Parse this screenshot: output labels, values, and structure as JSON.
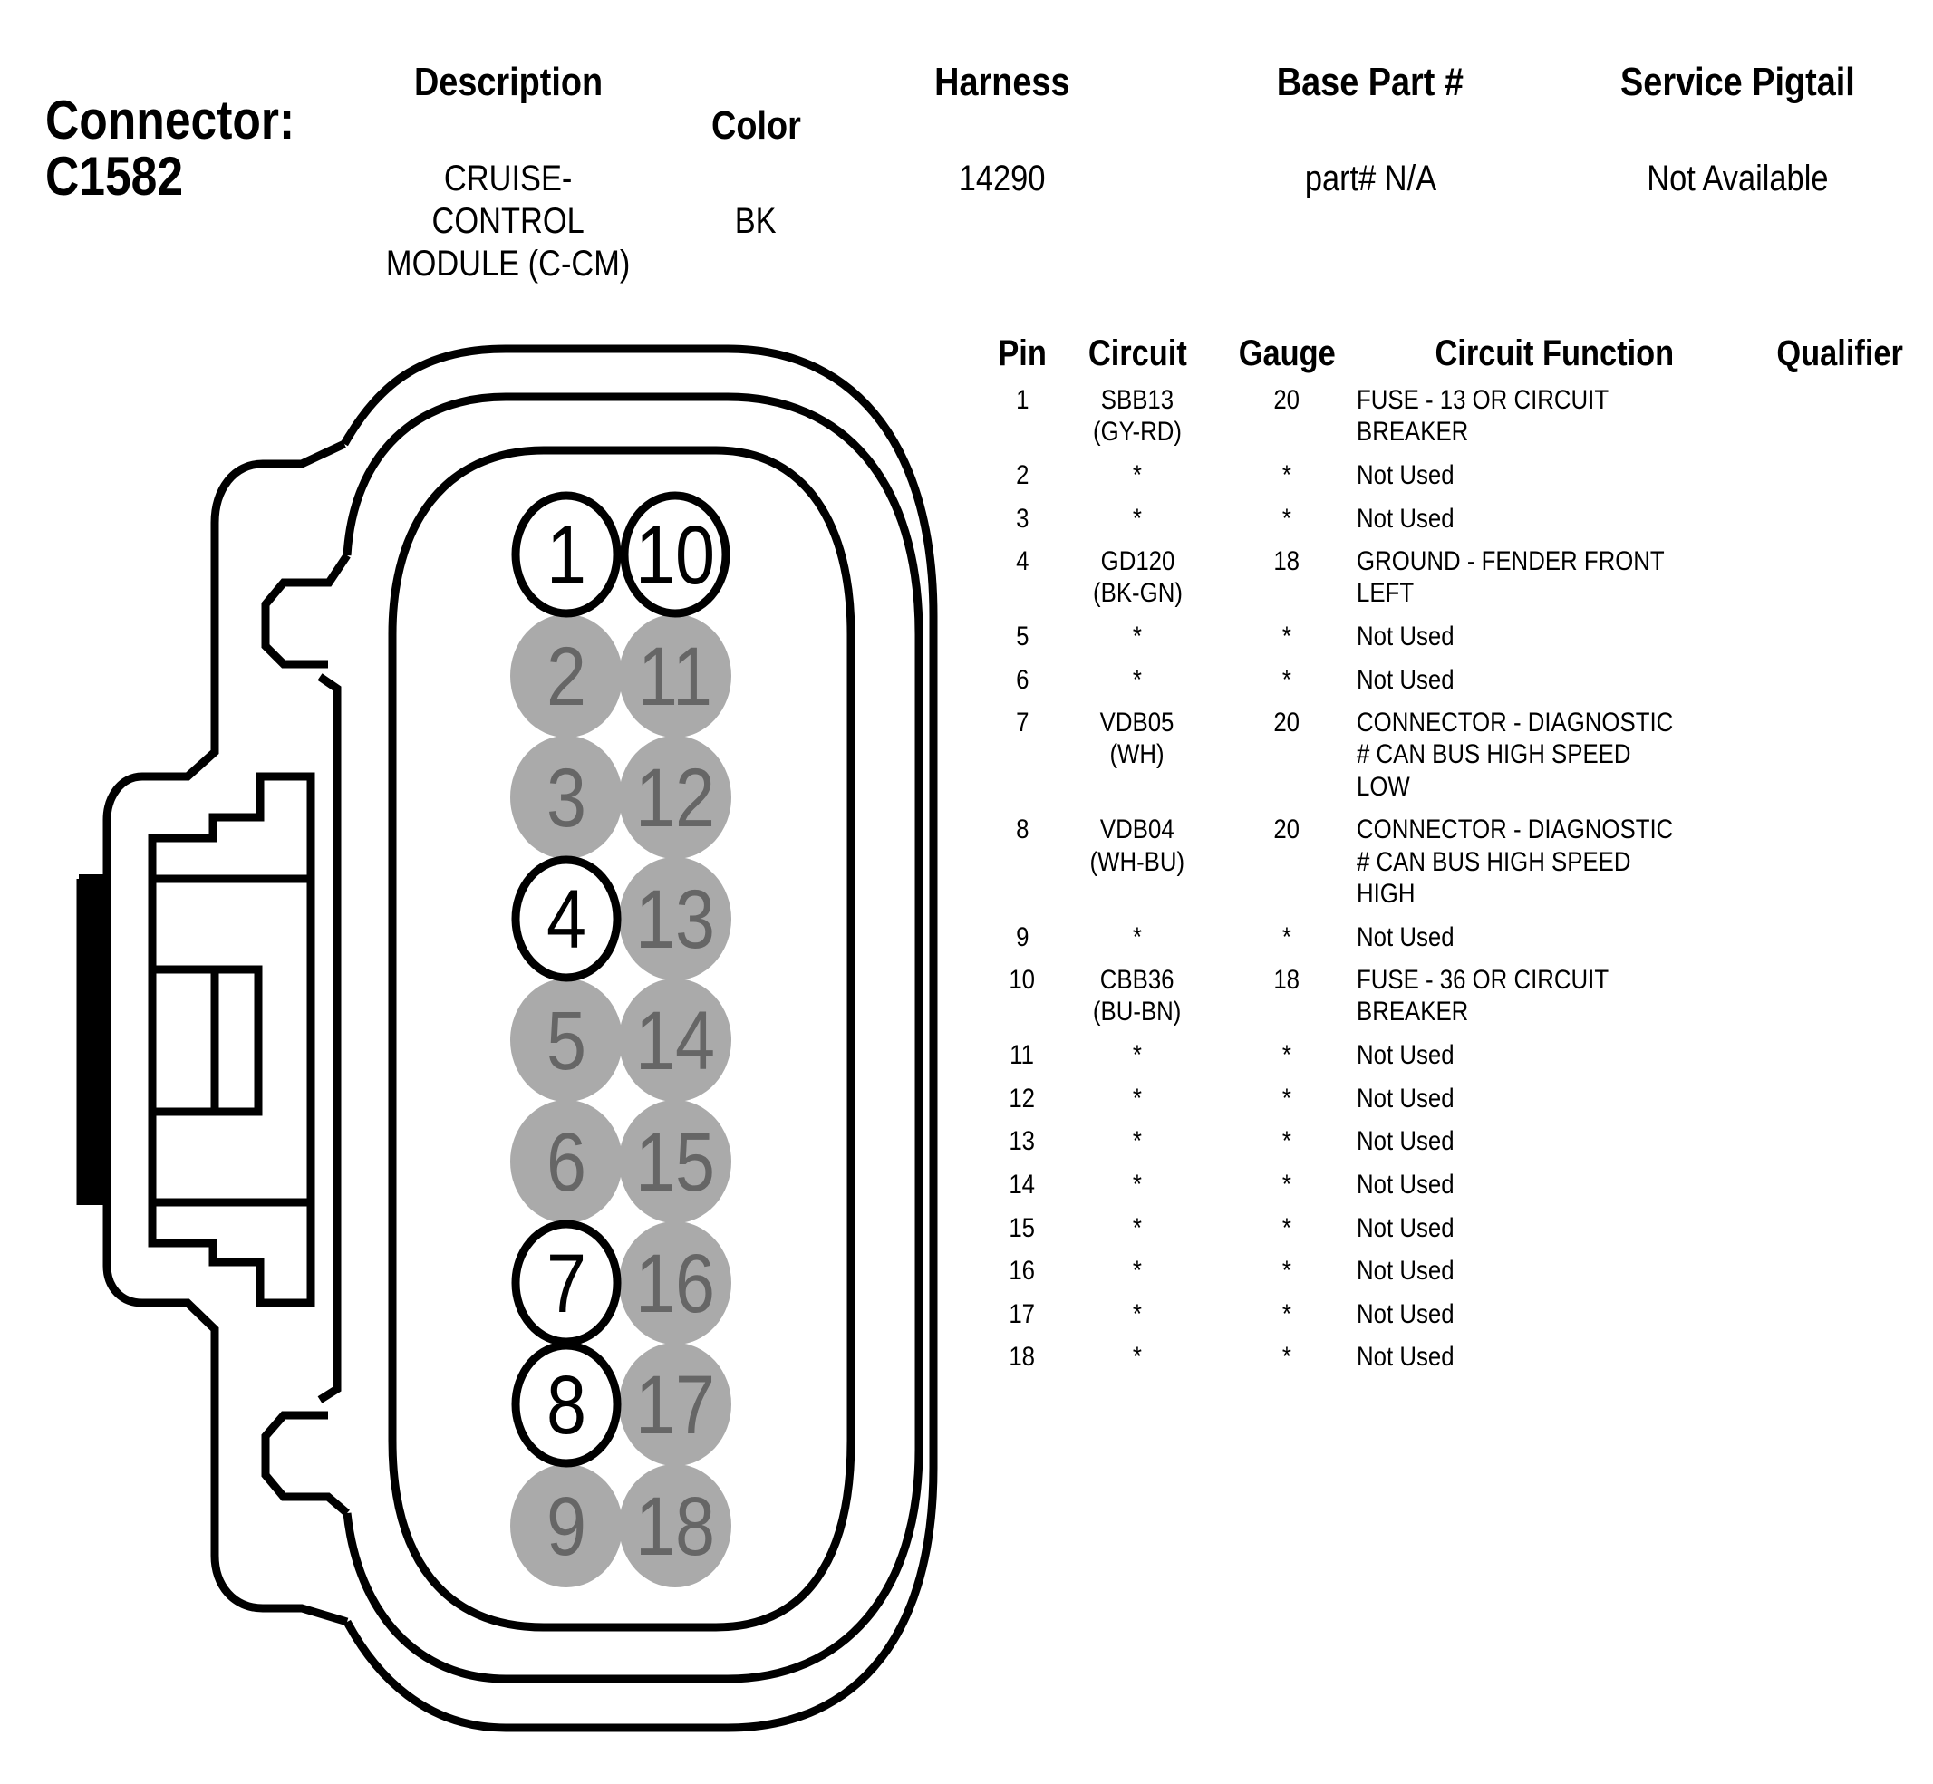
{
  "connector": {
    "title_label": "Connector:",
    "id": "C1582"
  },
  "header": {
    "description": {
      "label": "Description",
      "value": "CRUISE-\nCONTROL\nMODULE (C-CM)"
    },
    "color": {
      "label": "Color",
      "value": "BK"
    },
    "harness": {
      "label": "Harness",
      "value": "14290"
    },
    "base_part": {
      "label": "Base Part #",
      "value": "part# N/A"
    },
    "service_pigtail": {
      "label": "Service Pigtail",
      "value": "Not Available"
    }
  },
  "table": {
    "columns": [
      "Pin",
      "Circuit",
      "Gauge",
      "Circuit Function",
      "Qualifier"
    ],
    "rows": [
      {
        "pin": "1",
        "circuit": [
          "SBB13",
          "(GY-RD)"
        ],
        "gauge": "20",
        "function": [
          "FUSE - 13 OR CIRCUIT",
          "BREAKER"
        ],
        "qualifier": ""
      },
      {
        "pin": "2",
        "circuit": [
          "*"
        ],
        "gauge": "*",
        "function": [
          "Not Used"
        ],
        "qualifier": ""
      },
      {
        "pin": "3",
        "circuit": [
          "*"
        ],
        "gauge": "*",
        "function": [
          "Not Used"
        ],
        "qualifier": ""
      },
      {
        "pin": "4",
        "circuit": [
          "GD120",
          "(BK-GN)"
        ],
        "gauge": "18",
        "function": [
          "GROUND - FENDER FRONT",
          "LEFT"
        ],
        "qualifier": ""
      },
      {
        "pin": "5",
        "circuit": [
          "*"
        ],
        "gauge": "*",
        "function": [
          "Not Used"
        ],
        "qualifier": ""
      },
      {
        "pin": "6",
        "circuit": [
          "*"
        ],
        "gauge": "*",
        "function": [
          "Not Used"
        ],
        "qualifier": ""
      },
      {
        "pin": "7",
        "circuit": [
          "VDB05",
          "(WH)"
        ],
        "gauge": "20",
        "function": [
          "CONNECTOR - DIAGNOSTIC",
          "# CAN BUS HIGH SPEED",
          "LOW"
        ],
        "qualifier": ""
      },
      {
        "pin": "8",
        "circuit": [
          "VDB04",
          "(WH-BU)"
        ],
        "gauge": "20",
        "function": [
          "CONNECTOR - DIAGNOSTIC",
          "# CAN BUS HIGH SPEED",
          "HIGH"
        ],
        "qualifier": ""
      },
      {
        "pin": "9",
        "circuit": [
          "*"
        ],
        "gauge": "*",
        "function": [
          "Not Used"
        ],
        "qualifier": ""
      },
      {
        "pin": "10",
        "circuit": [
          "CBB36",
          "(BU-BN)"
        ],
        "gauge": "18",
        "function": [
          "FUSE - 36 OR CIRCUIT",
          "BREAKER"
        ],
        "qualifier": ""
      },
      {
        "pin": "11",
        "circuit": [
          "*"
        ],
        "gauge": "*",
        "function": [
          "Not Used"
        ],
        "qualifier": ""
      },
      {
        "pin": "12",
        "circuit": [
          "*"
        ],
        "gauge": "*",
        "function": [
          "Not Used"
        ],
        "qualifier": ""
      },
      {
        "pin": "13",
        "circuit": [
          "*"
        ],
        "gauge": "*",
        "function": [
          "Not Used"
        ],
        "qualifier": ""
      },
      {
        "pin": "14",
        "circuit": [
          "*"
        ],
        "gauge": "*",
        "function": [
          "Not Used"
        ],
        "qualifier": ""
      },
      {
        "pin": "15",
        "circuit": [
          "*"
        ],
        "gauge": "*",
        "function": [
          "Not Used"
        ],
        "qualifier": ""
      },
      {
        "pin": "16",
        "circuit": [
          "*"
        ],
        "gauge": "*",
        "function": [
          "Not Used"
        ],
        "qualifier": ""
      },
      {
        "pin": "17",
        "circuit": [
          "*"
        ],
        "gauge": "*",
        "function": [
          "Not Used"
        ],
        "qualifier": ""
      },
      {
        "pin": "18",
        "circuit": [
          "*"
        ],
        "gauge": "*",
        "function": [
          "Not Used"
        ],
        "qualifier": ""
      }
    ]
  },
  "diagram": {
    "pin_columns": [
      [
        "1",
        "2",
        "3",
        "4",
        "5",
        "6",
        "7",
        "8",
        "9"
      ],
      [
        "10",
        "11",
        "12",
        "13",
        "14",
        "15",
        "16",
        "17",
        "18"
      ]
    ],
    "used_pins": [
      "1",
      "4",
      "7",
      "8",
      "10"
    ],
    "colors": {
      "outline": "#000000",
      "used_fill": "#ffffff",
      "used_text": "#000000",
      "unused_fill": "#aaaaaa",
      "unused_text": "#666666"
    }
  }
}
